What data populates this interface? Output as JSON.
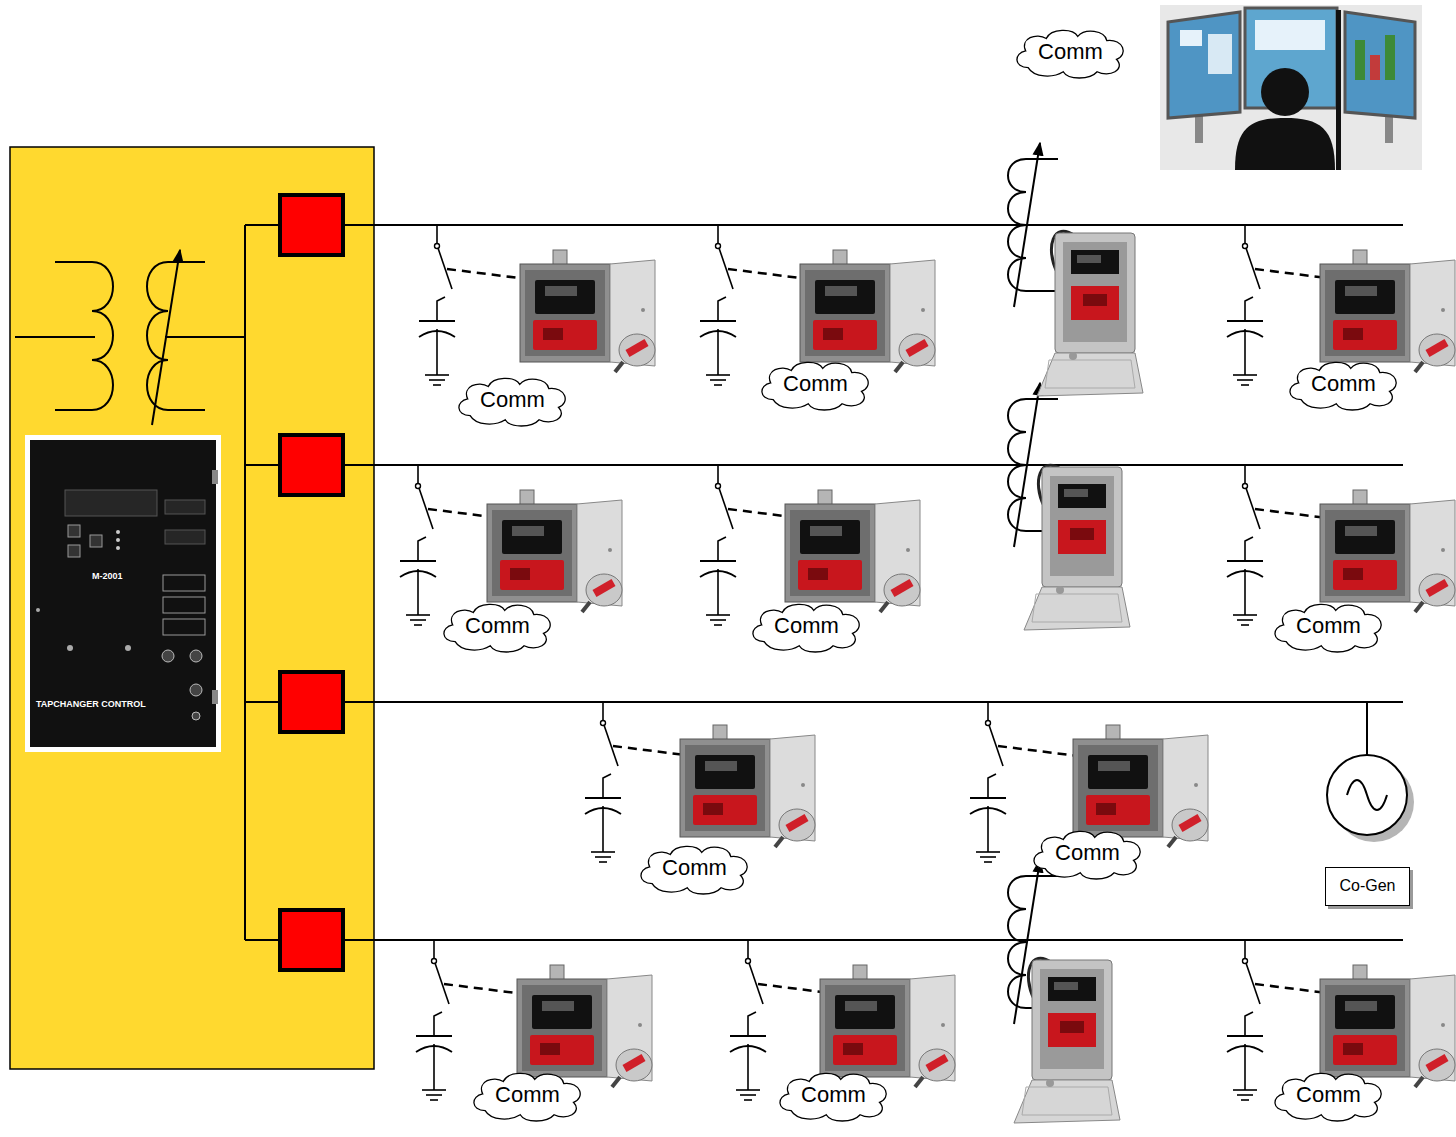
{
  "diagram": {
    "nodes": [
      {
        "text": [
          "Comm"
        ]
      },
      {
        "text": [
          "Comm"
        ]
      },
      {
        "text": [
          "Comm"
        ]
      },
      {
        "text": [
          "Comm"
        ]
      },
      {
        "text": [
          "Comm"
        ]
      },
      {
        "text": [
          "Comm"
        ]
      },
      {
        "text": [
          "Comm"
        ]
      },
      {
        "text": [
          "Comm"
        ]
      },
      {
        "text": [
          "Comm"
        ]
      },
      {
        "text": [
          "Co-Gen"
        ]
      },
      {
        "text": [
          "Comm"
        ]
      },
      {
        "text": [
          "Comm"
        ]
      },
      {
        "text": [
          "Comm"
        ]
      }
    ],
    "labels": [
      "M-2001",
      "TAPCHANGER CONTROL"
    ]
  }
}
